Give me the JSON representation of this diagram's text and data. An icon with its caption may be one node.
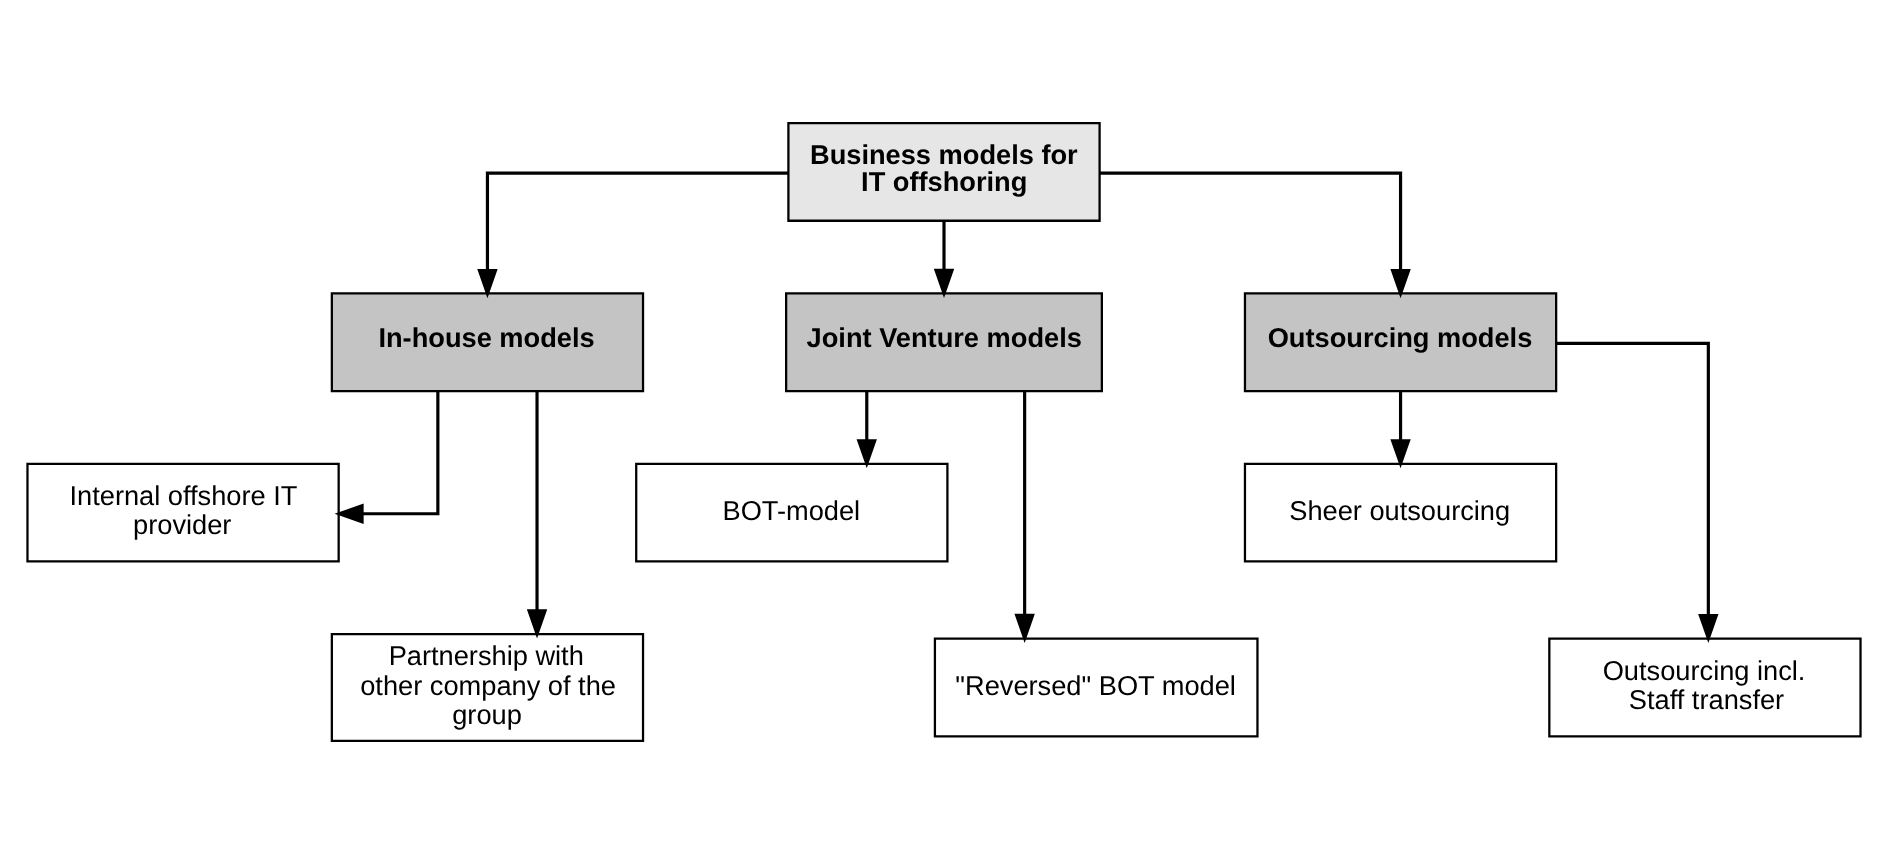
{
  "diagram": {
    "nodes": [
      {
        "text": [
          "Business models for IT offshoring"
        ]
      },
      {
        "text": [
          "In-house models"
        ]
      },
      {
        "text": [
          "Joint Venture models"
        ]
      },
      {
        "text": [
          "Outsourcing models"
        ]
      },
      {
        "text": [
          "Internal offshore IT provider"
        ]
      },
      {
        "text": [
          "Partnership with other company of the group"
        ]
      },
      {
        "text": [
          "BOT-model"
        ]
      },
      {
        "text": [
          "\"Reversed\" BOT model"
        ]
      },
      {
        "text": [
          "Sheer outsourcing"
        ]
      },
      {
        "text": [
          "Outsourcing incl. Staff transfer"
        ]
      }
    ],
    "edges": [
      {
        "from": 0,
        "to": 1,
        "arrow": "to"
      },
      {
        "from": 0,
        "to": 2,
        "arrow": "to"
      },
      {
        "from": 0,
        "to": 3,
        "arrow": "to"
      },
      {
        "from": 1,
        "to": 4,
        "arrow": "to"
      },
      {
        "from": 1,
        "to": 5,
        "arrow": "to"
      },
      {
        "from": 2,
        "to": 6,
        "arrow": "to"
      },
      {
        "from": 2,
        "to": 7,
        "arrow": "to"
      },
      {
        "from": 3,
        "to": 8,
        "arrow": "to"
      },
      {
        "from": 3,
        "to": 9,
        "arrow": "to"
      }
    ]
  }
}
